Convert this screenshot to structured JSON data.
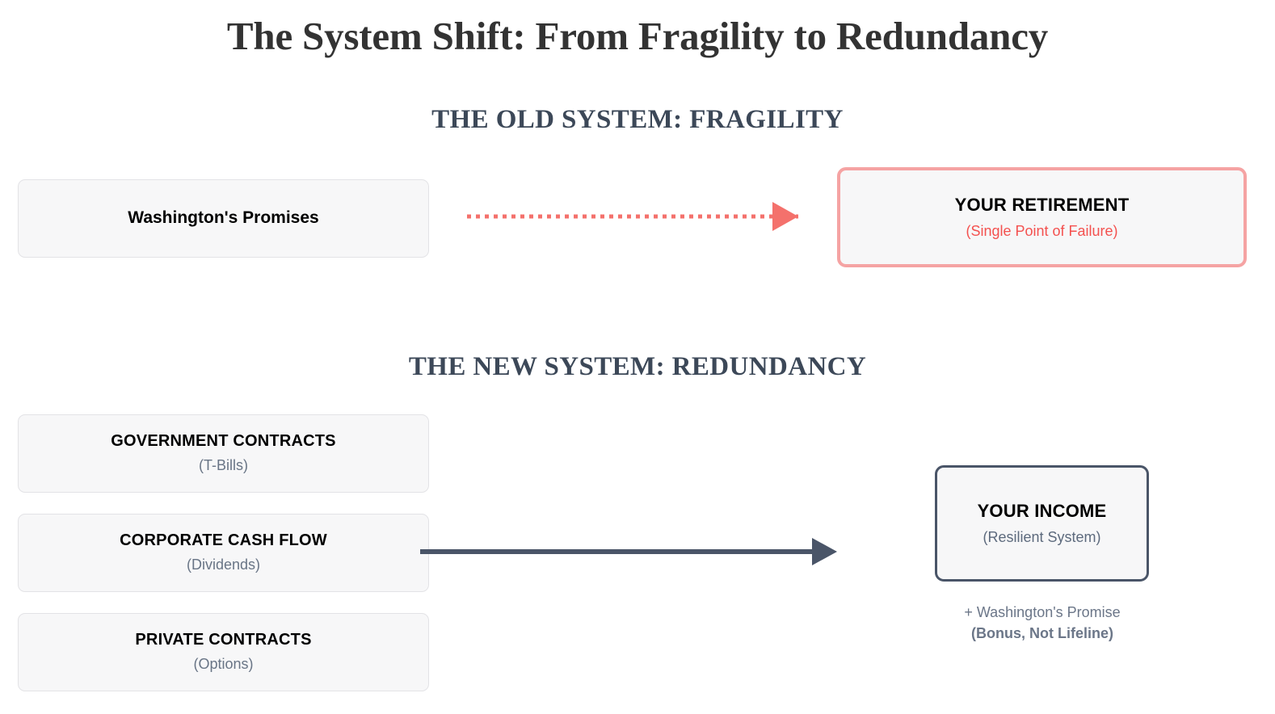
{
  "title": "The System Shift: From Fragility to Redundancy",
  "colors": {
    "title_text": "#333333",
    "section_heading": "#3c4858",
    "box_fill": "#f7f7f8",
    "box_border": "#e3e3e6",
    "fragile_accent": "#f5a3a3",
    "fragile_text": "#f4514f",
    "fragile_arrow": "#f4716c",
    "resilient_accent": "#4a5568",
    "subtitle_muted": "#697586"
  },
  "old_system": {
    "heading": "THE OLD SYSTEM: FRAGILITY",
    "source": {
      "title": "Washington's Promises"
    },
    "arrow": {
      "style": "dotted",
      "direction": "right",
      "color": "#f4716c"
    },
    "target": {
      "title": "YOUR RETIREMENT",
      "subtitle": "(Single Point of Failure)"
    }
  },
  "new_system": {
    "heading": "THE NEW SYSTEM: REDUNDANCY",
    "sources": [
      {
        "title": "GOVERNMENT CONTRACTS",
        "subtitle": "(T-Bills)"
      },
      {
        "title": "CORPORATE CASH FLOW",
        "subtitle": "(Dividends)"
      },
      {
        "title": "PRIVATE CONTRACTS",
        "subtitle": "(Options)"
      }
    ],
    "arrow": {
      "style": "solid",
      "direction": "right",
      "color": "#4a5568"
    },
    "target": {
      "title": "YOUR INCOME",
      "subtitle": "(Resilient System)"
    },
    "note": {
      "line1": "+ Washington's Promise",
      "line2": "(Bonus, Not Lifeline)"
    }
  }
}
